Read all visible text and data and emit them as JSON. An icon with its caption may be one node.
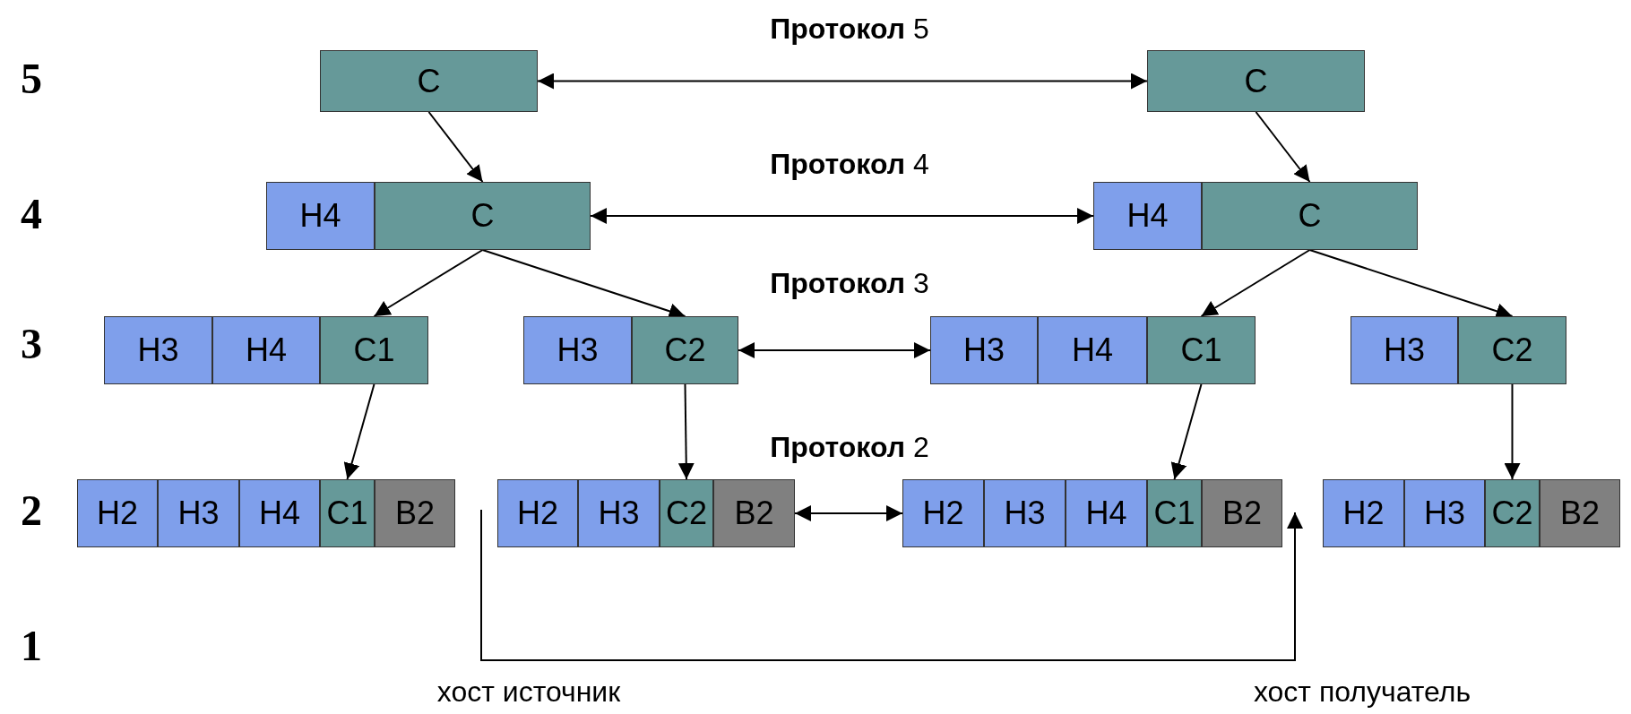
{
  "diagram": {
    "nodes": [
      {
        "text": [
          "C"
        ]
      },
      {
        "text": [
          "C"
        ]
      },
      {
        "text": [
          "H4"
        ]
      },
      {
        "text": [
          "C"
        ]
      },
      {
        "text": [
          "H4"
        ]
      },
      {
        "text": [
          "C"
        ]
      },
      {
        "text": [
          "H3"
        ]
      },
      {
        "text": [
          "H4"
        ]
      },
      {
        "text": [
          "C1"
        ]
      },
      {
        "text": [
          "H3"
        ]
      },
      {
        "text": [
          "C2"
        ]
      },
      {
        "text": [
          "H3"
        ]
      },
      {
        "text": [
          "H4"
        ]
      },
      {
        "text": [
          "C1"
        ]
      },
      {
        "text": [
          "H3"
        ]
      },
      {
        "text": [
          "C2"
        ]
      },
      {
        "text": [
          "H2"
        ]
      },
      {
        "text": [
          "H3"
        ]
      },
      {
        "text": [
          "H4"
        ]
      },
      {
        "text": [
          "C1"
        ]
      },
      {
        "text": [
          "B2"
        ]
      },
      {
        "text": [
          "H2"
        ]
      },
      {
        "text": [
          "H3"
        ]
      },
      {
        "text": [
          "C2"
        ]
      },
      {
        "text": [
          "B2"
        ]
      },
      {
        "text": [
          "H2"
        ]
      },
      {
        "text": [
          "H3"
        ]
      },
      {
        "text": [
          "H4"
        ]
      },
      {
        "text": [
          "C1"
        ]
      },
      {
        "text": [
          "B2"
        ]
      },
      {
        "text": [
          "H2"
        ]
      },
      {
        "text": [
          "H3"
        ]
      },
      {
        "text": [
          "C2"
        ]
      },
      {
        "text": [
          "B2"
        ]
      }
    ],
    "edges": [
      {
        "from": 0,
        "to": 1,
        "arrow": "both"
      },
      {
        "from": 0,
        "to": 3,
        "arrow": "to"
      },
      {
        "from": 1,
        "to": 5,
        "arrow": "to"
      },
      {
        "from": 3,
        "to": 4,
        "arrow": "both"
      },
      {
        "from": 3,
        "to": 8,
        "arrow": "to"
      },
      {
        "from": 3,
        "to": 10,
        "arrow": "to"
      },
      {
        "from": 5,
        "to": 13,
        "arrow": "to"
      },
      {
        "from": 5,
        "to": 15,
        "arrow": "to"
      },
      {
        "from": 10,
        "to": 11,
        "arrow": "both"
      },
      {
        "from": 8,
        "to": 19,
        "arrow": "to"
      },
      {
        "from": 10,
        "to": 23,
        "arrow": "to"
      },
      {
        "from": 13,
        "to": 28,
        "arrow": "to"
      },
      {
        "from": 15,
        "to": 32,
        "arrow": "to"
      },
      {
        "from": 24,
        "to": 25,
        "arrow": "both"
      }
    ],
    "labels": [
      "**Протокол** 5",
      "5",
      "**Протокол** 4",
      "4",
      "**Протокол** 3",
      "3",
      "**Протокол** 2",
      "2",
      "1",
      "хост источник",
      "хост получатель"
    ]
  }
}
